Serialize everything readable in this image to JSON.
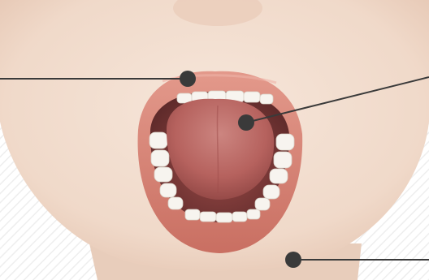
{
  "diagram": {
    "subject": "open-mouth-anatomy",
    "colors": {
      "skin": "#f1dccd",
      "skin_shadow": "#e2c2ad",
      "lip": "#d9877a",
      "lip_dark": "#c2685c",
      "mouth_cavity": "#7a3a38",
      "tongue": "#b9615e",
      "tongue_light": "#c97a74",
      "teeth": "#f7f4ef",
      "leader_line": "#3a3a3a",
      "dot": "#3a3a3a",
      "hatch": "#eeeeee"
    },
    "markers": [
      {
        "name": "lip-marker"
      },
      {
        "name": "tongue-marker"
      },
      {
        "name": "chin-marker"
      }
    ]
  }
}
